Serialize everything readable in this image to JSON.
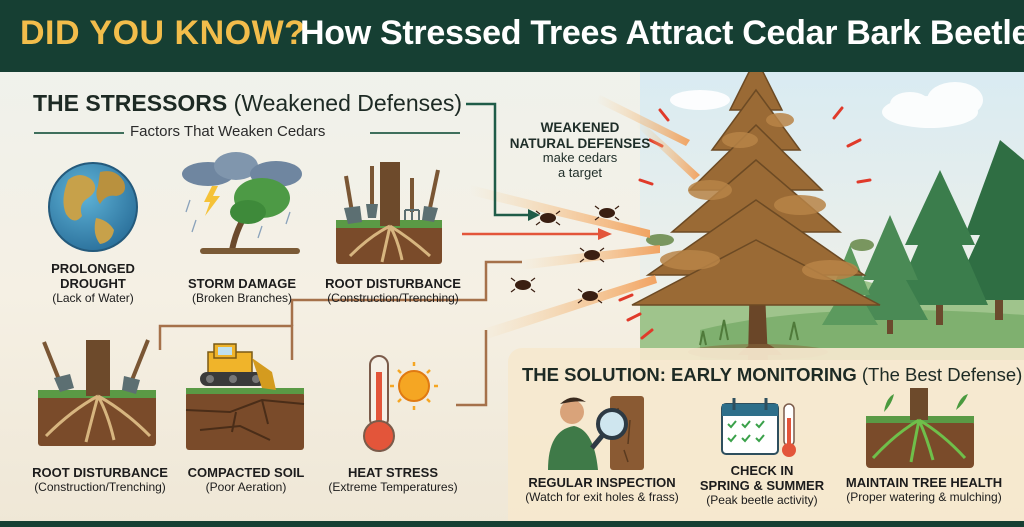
{
  "header": {
    "highlight": "DID YOU KNOW?",
    "title": "How Stressed Trees Attract Cedar Bark Beetles."
  },
  "stressors": {
    "title": "THE STRESSORS",
    "title_paren": "(Weakened Defenses)",
    "subtitle": "Factors That Weaken Cedars",
    "items": [
      {
        "label": "PROLONGED DROUGHT",
        "detail": "(Lack of Water)",
        "icon": "globe-icon"
      },
      {
        "label": "STORM DAMAGE",
        "detail": "(Broken Branches)",
        "icon": "storm-tree-icon"
      },
      {
        "label": "ROOT DISTURBANCE",
        "detail": "(Construction/Trenching)",
        "icon": "root-tools-icon"
      },
      {
        "label": "ROOT DISTURBANCE",
        "detail": "(Construction/Trenching)",
        "icon": "root-tools-icon"
      },
      {
        "label": "COMPACTED SOIL",
        "detail": "(Poor Aeration)",
        "icon": "bulldozer-soil-icon"
      },
      {
        "label": "HEAT STRESS",
        "detail": "(Extreme Temperatures)",
        "icon": "thermometer-sun-icon"
      }
    ]
  },
  "weakened": {
    "line1": "WEAKENED",
    "line2": "NATURAL DEFENSES",
    "line3": "make cedars",
    "line4": "a target"
  },
  "solution": {
    "title": "THE SOLUTION: EARLY MONITORING",
    "title_paren": "(The Best Defense)",
    "items": [
      {
        "label": "REGULAR INSPECTION",
        "detail": "(Watch for exit holes & frass)",
        "icon": "magnifier-inspector-icon"
      },
      {
        "label": "CHECK IN",
        "label2": "SPRING & SUMMER",
        "detail": "(Peak beetle activity)",
        "icon": "calendar-thermometer-icon"
      },
      {
        "label": "MAINTAIN TREE HEALTH",
        "detail": "(Proper watering & mulching)",
        "icon": "healthy-roots-icon"
      }
    ]
  },
  "colors": {
    "header_bg": "#163f33",
    "highlight": "#f2bd4b",
    "arrow_green": "#1f5c48",
    "arrow_red": "#e3553a",
    "cedar_foliage": "#9a6a35",
    "forest_green": "#3f7a48"
  }
}
